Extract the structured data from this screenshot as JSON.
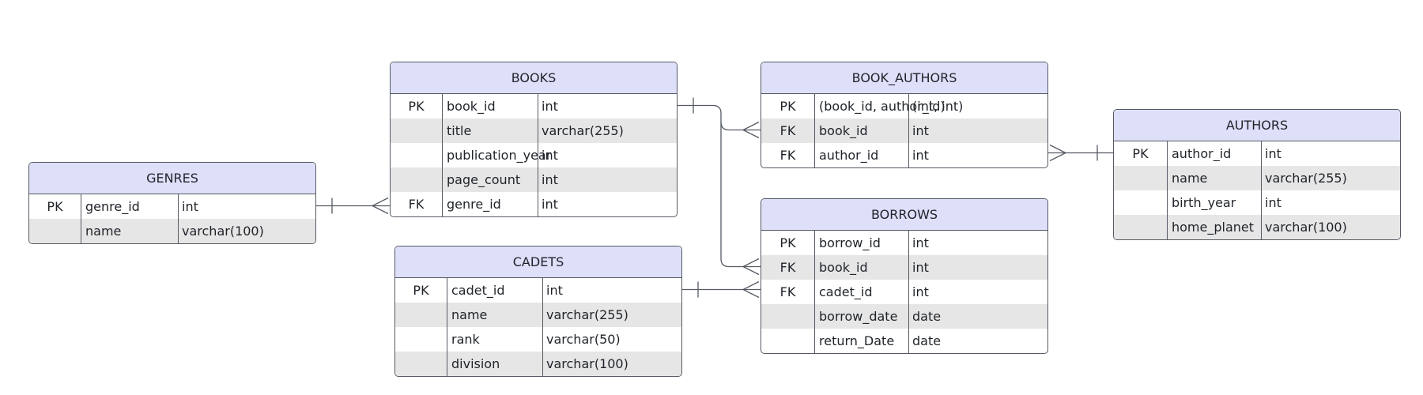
{
  "diagram": {
    "entities": [
      {
        "id": "genres",
        "name": "GENRES",
        "rows": [
          {
            "key": "PK",
            "name": "genre_id",
            "type": "int"
          },
          {
            "key": "",
            "name": "name",
            "type": "varchar(100)"
          }
        ]
      },
      {
        "id": "books",
        "name": "BOOKS",
        "rows": [
          {
            "key": "PK",
            "name": "book_id",
            "type": "int"
          },
          {
            "key": "",
            "name": "title",
            "type": "varchar(255)"
          },
          {
            "key": "",
            "name": "publication_year",
            "type": "int"
          },
          {
            "key": "",
            "name": "page_count",
            "type": "int"
          },
          {
            "key": "FK",
            "name": "genre_id",
            "type": "int"
          }
        ]
      },
      {
        "id": "cadets",
        "name": "CADETS",
        "rows": [
          {
            "key": "PK",
            "name": "cadet_id",
            "type": "int"
          },
          {
            "key": "",
            "name": "name",
            "type": "varchar(255)"
          },
          {
            "key": "",
            "name": "rank",
            "type": "varchar(50)"
          },
          {
            "key": "",
            "name": "division",
            "type": "varchar(100)"
          }
        ]
      },
      {
        "id": "book_authors",
        "name": "BOOK_AUTHORS",
        "rows": [
          {
            "key": "PK",
            "name": "(book_id, author_id)",
            "type": "(int, int)"
          },
          {
            "key": "FK",
            "name": "book_id",
            "type": "int"
          },
          {
            "key": "FK",
            "name": "author_id",
            "type": "int"
          }
        ]
      },
      {
        "id": "borrows",
        "name": "BORROWS",
        "rows": [
          {
            "key": "PK",
            "name": "borrow_id",
            "type": "int"
          },
          {
            "key": "FK",
            "name": "book_id",
            "type": "int"
          },
          {
            "key": "FK",
            "name": "cadet_id",
            "type": "int"
          },
          {
            "key": "",
            "name": "borrow_date",
            "type": "date"
          },
          {
            "key": "",
            "name": "return_Date",
            "type": "date"
          }
        ]
      },
      {
        "id": "authors",
        "name": "AUTHORS",
        "rows": [
          {
            "key": "PK",
            "name": "author_id",
            "type": "int"
          },
          {
            "key": "",
            "name": "name",
            "type": "varchar(255)"
          },
          {
            "key": "",
            "name": "birth_year",
            "type": "int"
          },
          {
            "key": "",
            "name": "home_planet",
            "type": "varchar(100)"
          }
        ]
      }
    ],
    "relationships": [
      {
        "from": "genres",
        "to": "books",
        "from_card": "one",
        "to_card": "many"
      },
      {
        "from": "books",
        "to": "book_authors",
        "from_card": "one",
        "to_card": "many"
      },
      {
        "from": "books",
        "to": "borrows",
        "from_card": "one",
        "to_card": "many"
      },
      {
        "from": "authors",
        "to": "book_authors",
        "from_card": "one",
        "to_card": "many"
      },
      {
        "from": "cadets",
        "to": "borrows",
        "from_card": "one",
        "to_card": "many"
      }
    ],
    "colors": {
      "header_bg": "#dedff9",
      "stripe_bg": "#e6e6e6",
      "border": "#555a63",
      "line": "#555a63"
    }
  }
}
